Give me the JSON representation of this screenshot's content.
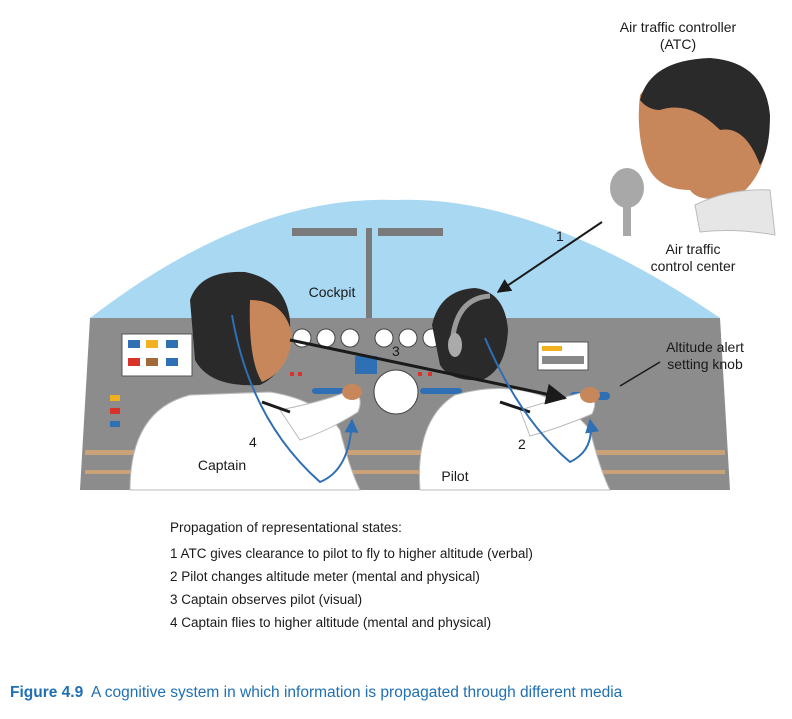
{
  "labels": {
    "atc_title_line1": "Air traffic controller",
    "atc_title_line2": "(ATC)",
    "atc_center_line1": "Air traffic",
    "atc_center_line2": "control center",
    "cockpit": "Cockpit",
    "knob_line1": "Altitude alert",
    "knob_line2": "setting knob",
    "captain": "Captain",
    "pilot": "Pilot"
  },
  "arrow_numbers": {
    "n1": "1",
    "n2": "2",
    "n3": "3",
    "n4": "4"
  },
  "legend": {
    "heading": "Propagation of representational states:",
    "items": [
      "1 ATC gives clearance to pilot to fly to higher altitude (verbal)",
      "2 Pilot changes altitude meter (mental and physical)",
      "3 Captain observes pilot (visual)",
      "4 Captain flies to higher altitude (mental and physical)"
    ]
  },
  "caption": {
    "figure": "Figure 4.9",
    "text": "A cognitive system in which information is propagated through different media"
  },
  "colors": {
    "sky": "#a9d8f2",
    "panel": "#8a8a8a",
    "skin": "#c8875a",
    "hair": "#2a2a2a",
    "arrow_blue": "#2f6fb4",
    "caption_blue": "#1f6fb3"
  }
}
